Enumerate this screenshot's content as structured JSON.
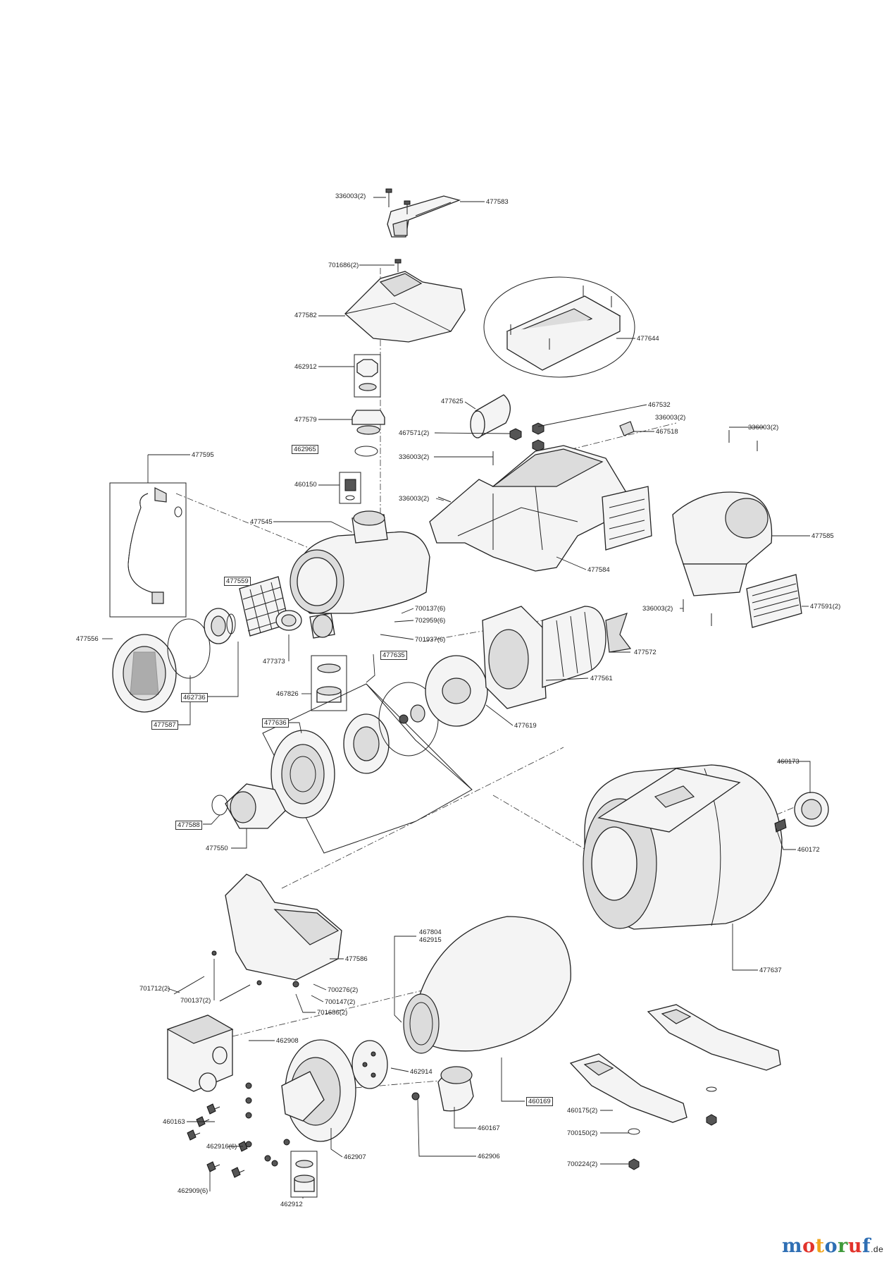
{
  "labels": {
    "p336003_top": "336003(2)",
    "p477583": "477583",
    "p701686_top": "701686(2)",
    "p477582": "477582",
    "p477644": "477644",
    "p462912_top": "462912",
    "p477579": "477579",
    "p462965": "462965",
    "p460150": "460150",
    "p477625": "477625",
    "p467532": "467532",
    "p467571": "467571(2)",
    "p336003_mid1": "336003(2)",
    "p467518": "467518",
    "p336003_mid2": "336003(2)",
    "p336003_mid3": "336003(2)",
    "p336003_right": "336003(2)",
    "p477595": "477595",
    "p477545": "477545",
    "p477584": "477584",
    "p477585": "477585",
    "p477559": "477559",
    "p700137_6": "700137(6)",
    "p702959_6": "702959(6)",
    "p701937_6": "701937(6)",
    "p336003_low": "336003(2)",
    "p477591": "477591(2)",
    "p477556": "477556",
    "p477373": "477373",
    "p477572": "477572",
    "p477635": "477635",
    "p467826": "467826",
    "p477561": "477561",
    "p462736": "462736",
    "p477587": "477587",
    "p477636": "477636",
    "p477619": "477619",
    "p460173": "460173",
    "p477588": "477588",
    "p460172": "460172",
    "p477550": "477550",
    "p467804_462915": "467804\n462915",
    "p477586": "477586",
    "p477637": "477637",
    "p701712": "701712(2)",
    "p700276": "700276(2)",
    "p700137_2": "700137(2)",
    "p700147": "700147(2)",
    "p701686_low": "701686(2)",
    "p462908": "462908",
    "p462914": "462914",
    "p460169": "460169",
    "p460163": "460163",
    "p460175": "460175(2)",
    "p460167": "460167",
    "p700150": "700150(2)",
    "p462916": "462916(6)",
    "p462907": "462907",
    "p462906": "462906",
    "p700224": "700224(2)",
    "p462909": "462909(6)",
    "p462912_low": "462912"
  },
  "logo": {
    "text": "motoruf",
    "suffix": ".de",
    "colors": [
      "#2f6fb4",
      "#e2332b",
      "#f0a41c",
      "#2f6fb4",
      "#3f9a3a",
      "#e2332b",
      "#2f6fb4"
    ]
  }
}
